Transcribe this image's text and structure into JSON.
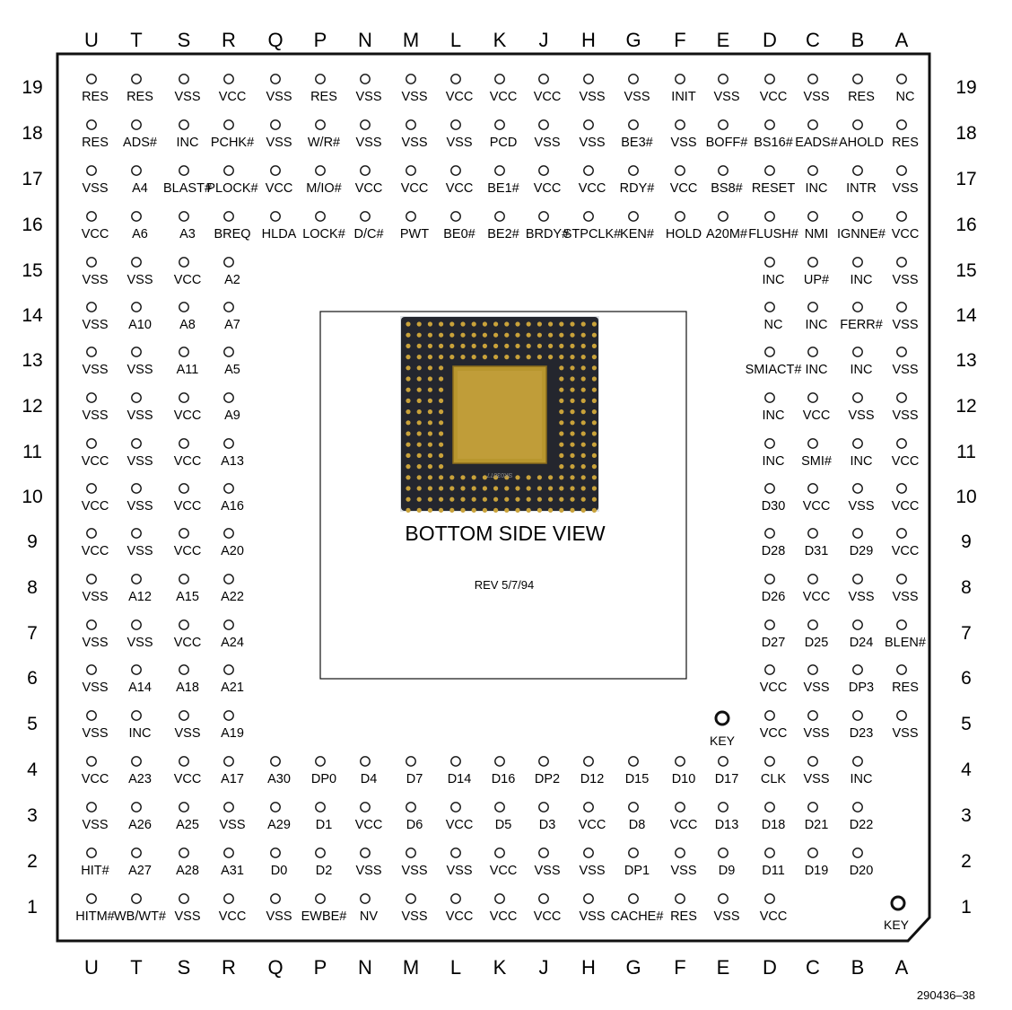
{
  "columns": [
    "U",
    "T",
    "S",
    "R",
    "Q",
    "P",
    "N",
    "M",
    "L",
    "K",
    "J",
    "H",
    "G",
    "F",
    "E",
    "D",
    "C",
    "B",
    "A"
  ],
  "rows": [
    "19",
    "18",
    "17",
    "16",
    "15",
    "14",
    "13",
    "12",
    "11",
    "10",
    "9",
    "8",
    "7",
    "6",
    "5",
    "4",
    "3",
    "2",
    "1"
  ],
  "pins": {
    "19": [
      "RES",
      "RES",
      "VSS",
      "VCC",
      "VSS",
      "RES",
      "VSS",
      "VSS",
      "VCC",
      "VCC",
      "VCC",
      "VSS",
      "VSS",
      "INIT",
      "VSS",
      "VCC",
      "VSS",
      "RES",
      "NC"
    ],
    "18": [
      "RES",
      "ADS#",
      "INC",
      "PCHK#",
      "VSS",
      "W/R#",
      "VSS",
      "VSS",
      "VSS",
      "PCD",
      "VSS",
      "VSS",
      "BE3#",
      "VSS",
      "BOFF#",
      "BS16#",
      "EADS#",
      "AHOLD",
      "RES"
    ],
    "17": [
      "VSS",
      "A4",
      "BLAST#",
      "PLOCK#",
      "VCC",
      "M/IO#",
      "VCC",
      "VCC",
      "VCC",
      "BE1#",
      "VCC",
      "VCC",
      "RDY#",
      "VCC",
      "BS8#",
      "RESET",
      "INC",
      "INTR",
      "VSS"
    ],
    "16": [
      "VCC",
      "A6",
      "A3",
      "BREQ",
      "HLDA",
      "LOCK#",
      "D/C#",
      "PWT",
      "BE0#",
      "BE2#",
      "BRDY#",
      "STPCLK#",
      "KEN#",
      "HOLD",
      "A20M#",
      "FLUSH#",
      "NMI",
      "IGNNE#",
      "VCC"
    ],
    "15": [
      "VSS",
      "VSS",
      "VCC",
      "A2",
      "",
      "",
      "",
      "",
      "",
      "",
      "",
      "",
      "",
      "",
      "",
      "INC",
      "UP#",
      "INC",
      "VSS"
    ],
    "14": [
      "VSS",
      "A10",
      "A8",
      "A7",
      "",
      "",
      "",
      "",
      "",
      "",
      "",
      "",
      "",
      "",
      "",
      "NC",
      "INC",
      "FERR#",
      "VSS"
    ],
    "13": [
      "VSS",
      "VSS",
      "A11",
      "A5",
      "",
      "",
      "",
      "",
      "",
      "",
      "",
      "",
      "",
      "",
      "",
      "SMIACT#",
      "INC",
      "INC",
      "VSS"
    ],
    "12": [
      "VSS",
      "VSS",
      "VCC",
      "A9",
      "",
      "",
      "",
      "",
      "",
      "",
      "",
      "",
      "",
      "",
      "",
      "INC",
      "VCC",
      "VSS",
      "VSS"
    ],
    "11": [
      "VCC",
      "VSS",
      "VCC",
      "A13",
      "",
      "",
      "",
      "",
      "",
      "",
      "",
      "",
      "",
      "",
      "",
      "INC",
      "SMI#",
      "INC",
      "VCC"
    ],
    "10": [
      "VCC",
      "VSS",
      "VCC",
      "A16",
      "",
      "",
      "",
      "",
      "",
      "",
      "",
      "",
      "",
      "",
      "",
      "D30",
      "VCC",
      "VSS",
      "VCC"
    ],
    "9": [
      "VCC",
      "VSS",
      "VCC",
      "A20",
      "",
      "",
      "",
      "",
      "",
      "",
      "",
      "",
      "",
      "",
      "",
      "D28",
      "D31",
      "D29",
      "VCC"
    ],
    "8": [
      "VSS",
      "A12",
      "A15",
      "A22",
      "",
      "",
      "",
      "",
      "",
      "",
      "",
      "",
      "",
      "",
      "",
      "D26",
      "VCC",
      "VSS",
      "VSS"
    ],
    "7": [
      "VSS",
      "VSS",
      "VCC",
      "A24",
      "",
      "",
      "",
      "",
      "",
      "",
      "",
      "",
      "",
      "",
      "",
      "D27",
      "D25",
      "D24",
      "BLEN#"
    ],
    "6": [
      "VSS",
      "A14",
      "A18",
      "A21",
      "",
      "",
      "",
      "",
      "",
      "",
      "",
      "",
      "",
      "",
      "",
      "VCC",
      "VSS",
      "DP3",
      "RES"
    ],
    "5": [
      "VSS",
      "INC",
      "VSS",
      "A19",
      "",
      "",
      "",
      "",
      "",
      "",
      "",
      "",
      "",
      "",
      "",
      "VCC",
      "VSS",
      "D23",
      "VSS"
    ],
    "4": [
      "VCC",
      "A23",
      "VCC",
      "A17",
      "A30",
      "DP0",
      "D4",
      "D7",
      "D14",
      "D16",
      "DP2",
      "D12",
      "D15",
      "D10",
      "D17",
      "CLK",
      "VSS",
      "INC",
      ""
    ],
    "3": [
      "VSS",
      "A26",
      "A25",
      "VSS",
      "A29",
      "D1",
      "VCC",
      "D6",
      "VCC",
      "D5",
      "D3",
      "VCC",
      "D8",
      "VCC",
      "D13",
      "D18",
      "D21",
      "D22",
      ""
    ],
    "2": [
      "HIT#",
      "A27",
      "A28",
      "A31",
      "D0",
      "D2",
      "VSS",
      "VSS",
      "VSS",
      "VCC",
      "VSS",
      "VSS",
      "DP1",
      "VSS",
      "D9",
      "D11",
      "D19",
      "D20",
      ""
    ],
    "1": [
      "HITM#",
      "WB/WT#",
      "VSS",
      "VCC",
      "VSS",
      "EWBE#",
      "NV",
      "VSS",
      "VCC",
      "VCC",
      "VCC",
      "VSS",
      "CACHE#",
      "RES",
      "VSS",
      "VCC",
      "",
      "",
      ""
    ]
  },
  "key_label": "KEY",
  "inset": {
    "title": "BOTTOM SIDE VIEW",
    "revision": "REV 5/7/94",
    "chip_marking": "SK03077"
  },
  "figure_id": "290436–38",
  "colors": {
    "line": "#111111",
    "chip_substrate": "#24262e",
    "pin_gold": "#c9a23a",
    "lid_gold": "#b8962e"
  }
}
